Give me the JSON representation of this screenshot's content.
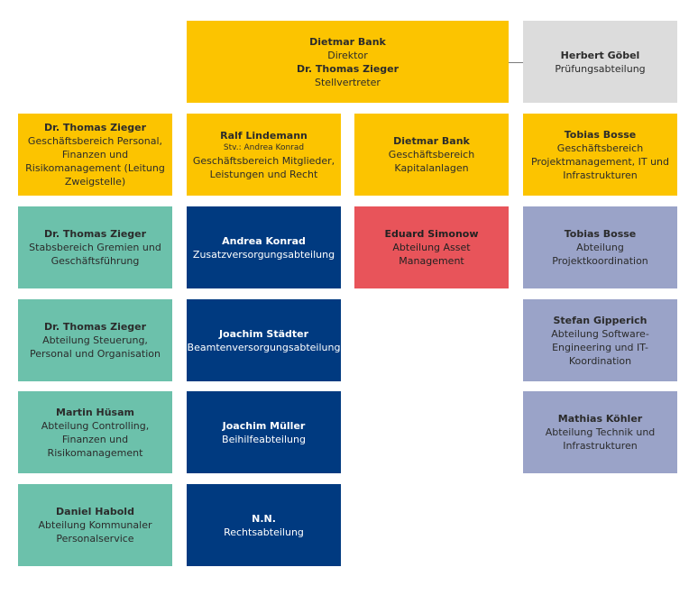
{
  "director_box": {
    "name": "Dietmar Bank",
    "role": "Direktor",
    "deputy_name": "Dr. Thomas Zieger",
    "deputy_role": "Stellvertreter"
  },
  "audit_box": {
    "name": "Herbert Göbel",
    "unit": "Prüfungsabteilung"
  },
  "business_areas": [
    {
      "name": "Dr. Thomas Zieger",
      "unit": "Geschäftsbereich Personal, Finanzen und Risikomanagement (Leitung Zweigstelle)"
    },
    {
      "name": "Ralf Lindemann",
      "sub": "Stv.: Andrea Konrad",
      "unit": "Geschäftsbereich Mitglieder, Leistungen und Recht"
    },
    {
      "name": "Dietmar Bank",
      "unit": "Geschäftsbereich Kapitalanlagen"
    },
    {
      "name": "Tobias Bosse",
      "unit": "Geschäftsbereich Projektmanagement, IT und Infrastrukturen"
    }
  ],
  "col1_units": [
    {
      "name": "Dr. Thomas Zieger",
      "unit": "Stabsbereich Gremien und Geschäftsführung"
    },
    {
      "name": "Dr. Thomas Zieger",
      "unit": "Abteilung Steuerung, Personal und Organisation"
    },
    {
      "name": "Martin Hüsam",
      "unit": "Abteilung Controlling, Finanzen und Risikomanagement"
    },
    {
      "name": "Daniel Habold",
      "unit": "Abteilung Kommunaler Personalservice"
    }
  ],
  "col2_units": [
    {
      "name": "Andrea Konrad",
      "unit": "Zusatzversorgungsabteilung"
    },
    {
      "name": "Joachim Städter",
      "unit": "Beamtenversorgungsabteilung"
    },
    {
      "name": "Joachim Müller",
      "unit": "Beihilfeabteilung"
    },
    {
      "name": "N.N.",
      "unit": "Rechtsabteilung"
    }
  ],
  "col3_units": [
    {
      "name": "Eduard Simonow",
      "unit": "Abteilung Asset Management"
    }
  ],
  "col4_units": [
    {
      "name": "Tobias Bosse",
      "unit": "Abteilung Projektkoordination"
    },
    {
      "name": "Stefan Gipperich",
      "unit": "Abteilung Software-Engineering und IT-Koordination"
    },
    {
      "name": "Mathias Köhler",
      "unit": "Abteilung Technik und Infrastrukturen"
    }
  ],
  "colors": {
    "executive": "#fcc400",
    "audit": "#dcdcdc",
    "col1": "#6cc1ab",
    "col2": "#003a80",
    "col3": "#e8545a",
    "col4": "#9aa3c8"
  }
}
